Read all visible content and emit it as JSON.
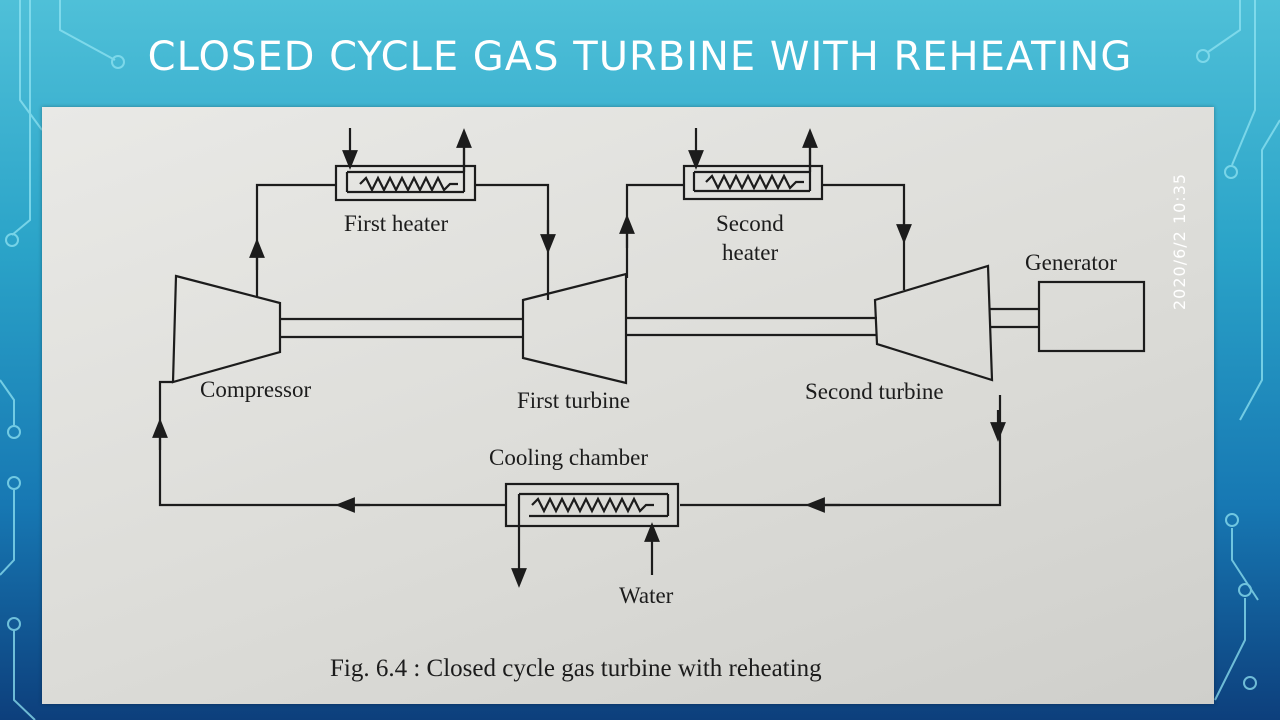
{
  "slide": {
    "title": "CLOSED CYCLE GAS TURBINE WITH REHEATING",
    "timestamp": "2020/6/2  10:35"
  },
  "diagram": {
    "labels": {
      "first_heater": "First heater",
      "second_heater_line1": "Second",
      "second_heater_line2": "heater",
      "generator": "Generator",
      "compressor": "Compressor",
      "first_turbine": "First turbine",
      "second_turbine": "Second turbine",
      "cooling_chamber": "Cooling chamber",
      "water": "Water"
    },
    "caption": "Fig. 6.4 : Closed cycle gas turbine with reheating"
  },
  "colors": {
    "background_top": "#4fc0d8",
    "background_bottom": "#0d3f7c",
    "paper": "#dfdfdb",
    "ink": "#1c1c1c"
  }
}
